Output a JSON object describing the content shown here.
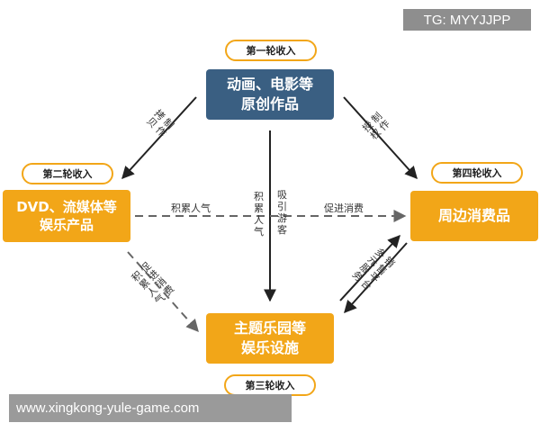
{
  "watermark": "TG: MYYJJPP",
  "footer_url": "www.xingkong-yule-game.com",
  "nodes": {
    "top": {
      "line1": "动画、电影等",
      "line2": "原创作品",
      "color": "#3a5f82"
    },
    "left": {
      "line1": "DVD、流媒体等",
      "line2": "娱乐产品",
      "color": "#f2a618"
    },
    "right": {
      "line1": "周边消费品",
      "line2": "",
      "color": "#f2a618"
    },
    "bottom": {
      "line1": "主题乐园等",
      "line2": "娱乐设施",
      "color": "#f2a618"
    }
  },
  "rounds": {
    "first": "第一轮收入",
    "second": "第二轮收入",
    "third": "第三轮收入",
    "fourth": "第四轮收入"
  },
  "edge_labels": {
    "top_left_a": "拷贝",
    "top_left_b": "制作",
    "top_right_a": "授权",
    "top_right_b": "制作",
    "left_right": "积累人气",
    "right_dashed": "促进消费",
    "center_a": "积累人气",
    "center_b": "吸引游客",
    "left_bottom_a": "积累人气",
    "left_bottom_b": "促进消费",
    "right_bottom_a": "多元服务",
    "right_bottom_b": "销售平台"
  }
}
